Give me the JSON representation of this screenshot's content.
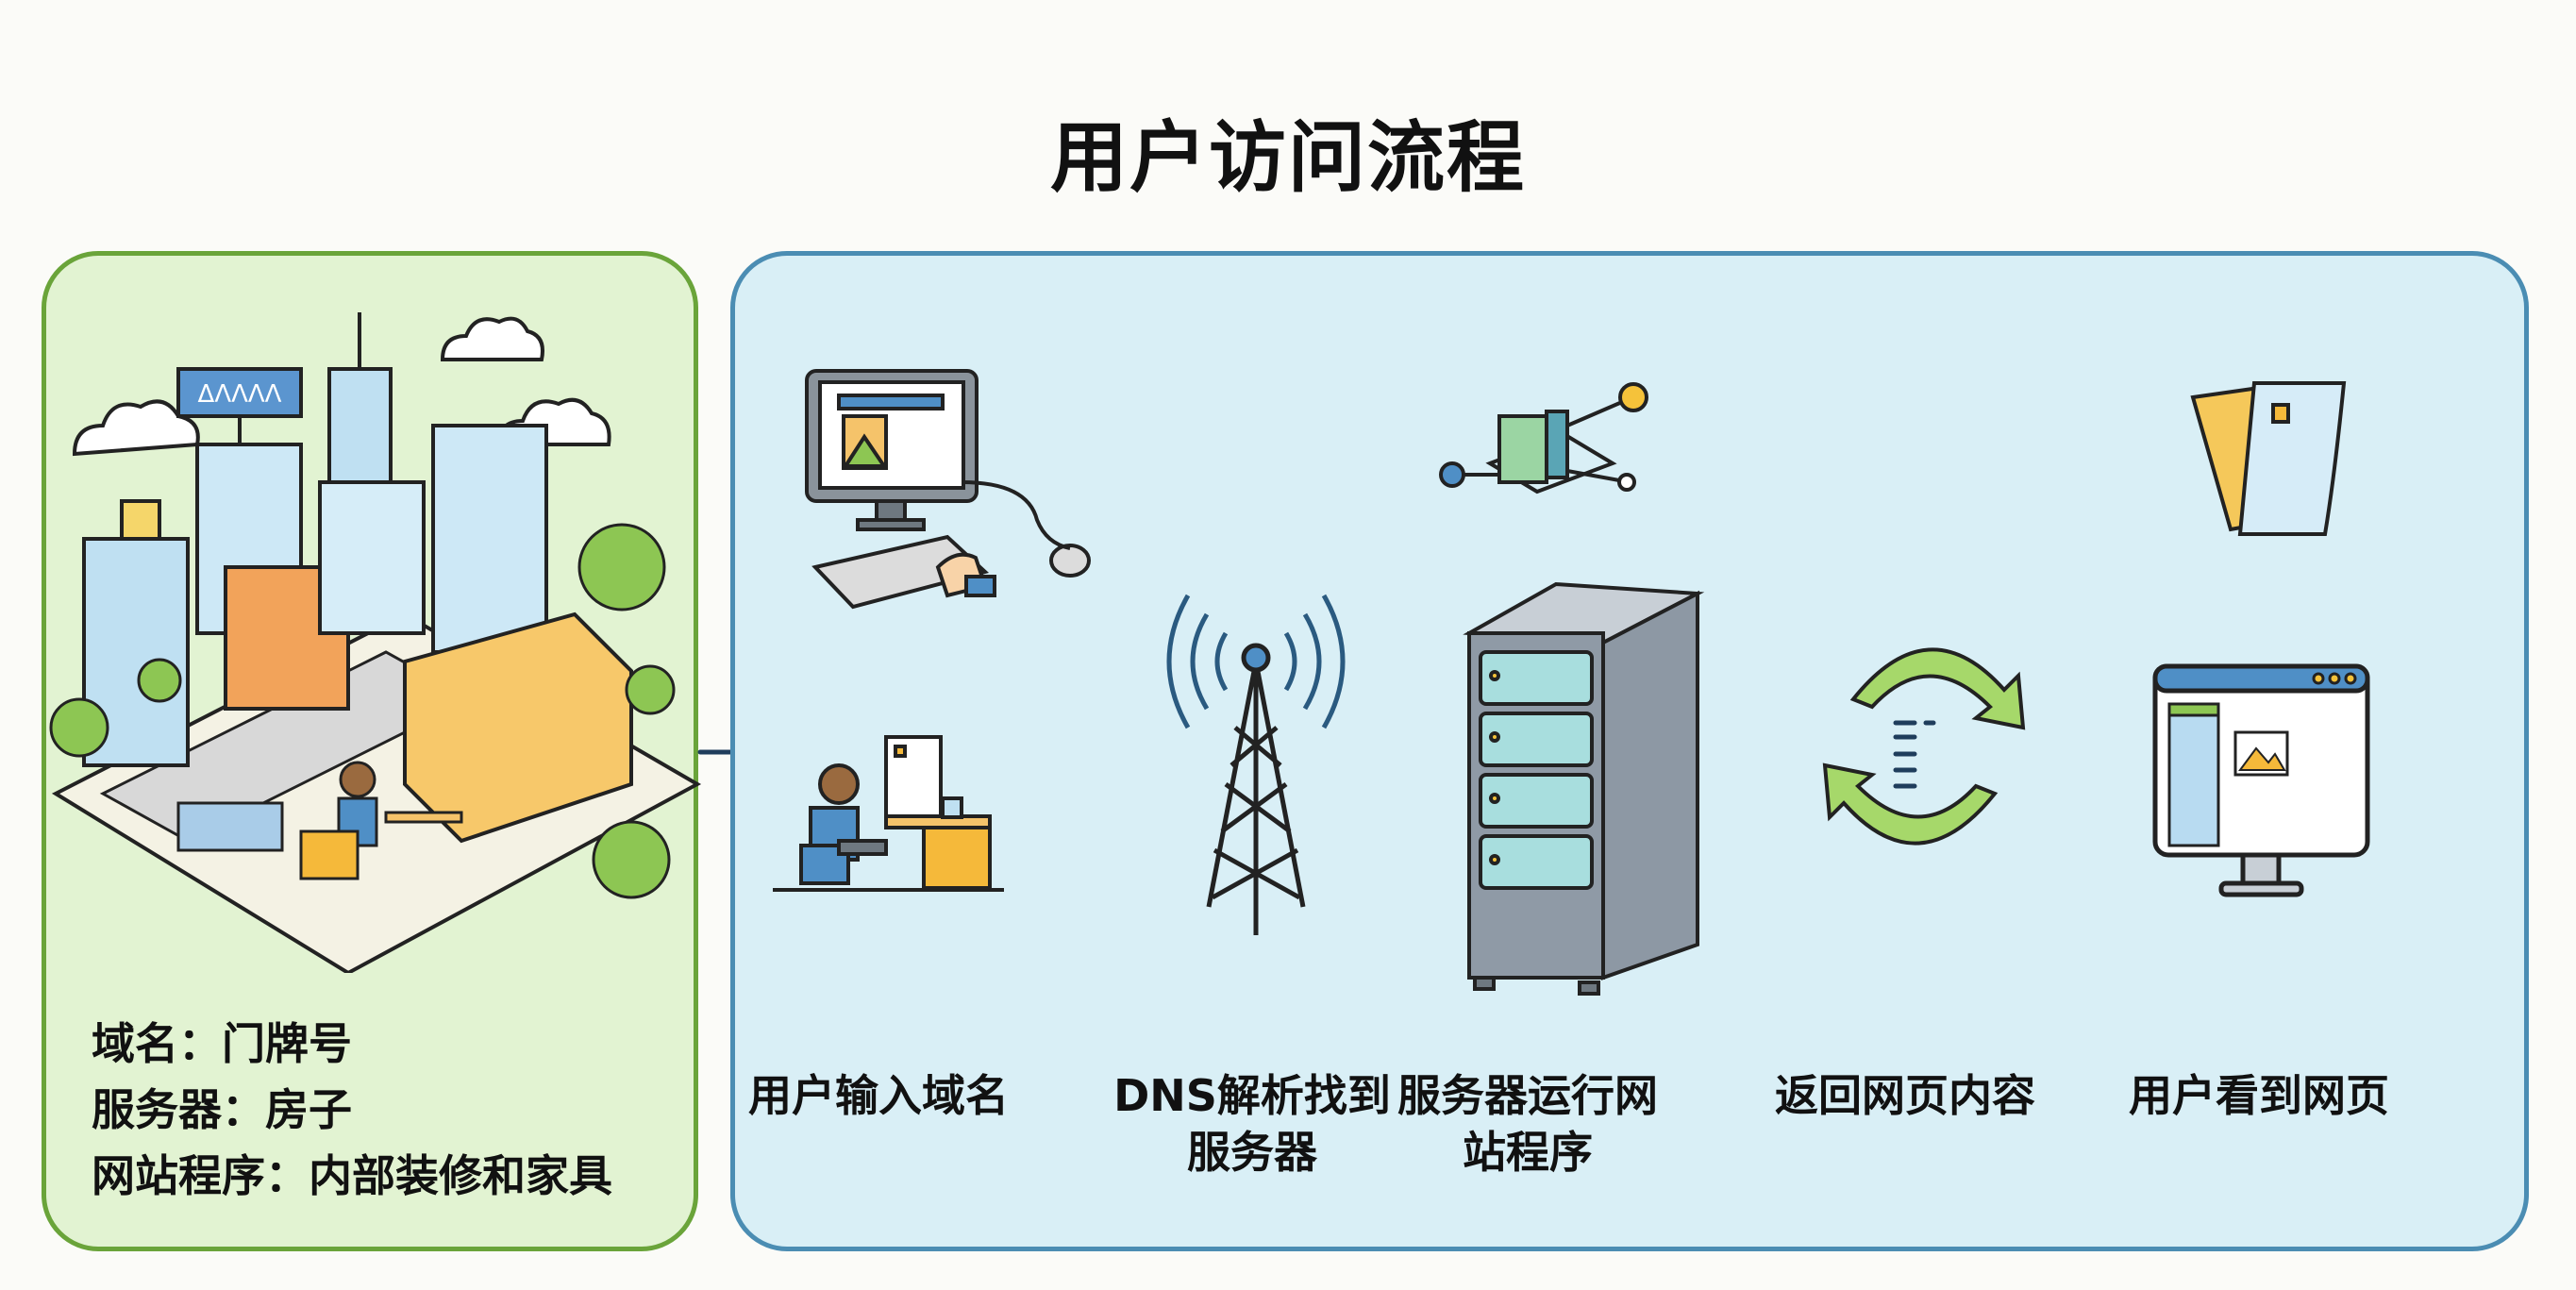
{
  "title": "用户访问流程",
  "analogy_panel": {
    "illustration": "city-buildings-with-domain-signboard",
    "signboard_text": "ΔΛΛΛΛ",
    "legend": [
      {
        "term": "域名",
        "meaning": "门牌号",
        "text": "域名：门牌号"
      },
      {
        "term": "服务器",
        "meaning": "房子",
        "text": "服务器：房子"
      },
      {
        "term": "网站程序",
        "meaning": "内部装修和家具",
        "text": "网站程序：内部装修和家具"
      }
    ]
  },
  "flow_panel": {
    "steps": [
      {
        "id": 1,
        "icon": "computer-and-user-icon",
        "label_line1": "用户输入域名",
        "label_line2": ""
      },
      {
        "id": 2,
        "icon": "signal-tower-icon",
        "label_line1": "DNS解析找到",
        "label_line2": "服务器"
      },
      {
        "id": 3,
        "icon": "server-rack-icon",
        "label_line1": "服务器运行网",
        "label_line2": "站程序"
      },
      {
        "id": 4,
        "icon": "refresh-cycle-icon",
        "label_line1": "返回网页内容",
        "label_line2": ""
      },
      {
        "id": 5,
        "icon": "browser-monitor-icon",
        "label_line1": "用户看到网页",
        "label_line2": ""
      }
    ]
  },
  "colors": {
    "left_panel_fill": "#e2f3d2",
    "left_panel_border": "#6aa43a",
    "right_panel_fill": "#d9eff6",
    "right_panel_border": "#4b8db3",
    "arrow": "#1f3d5c",
    "accent_green": "#8dc653",
    "accent_yellow": "#f5b93a",
    "accent_blue": "#4f8fc6"
  }
}
